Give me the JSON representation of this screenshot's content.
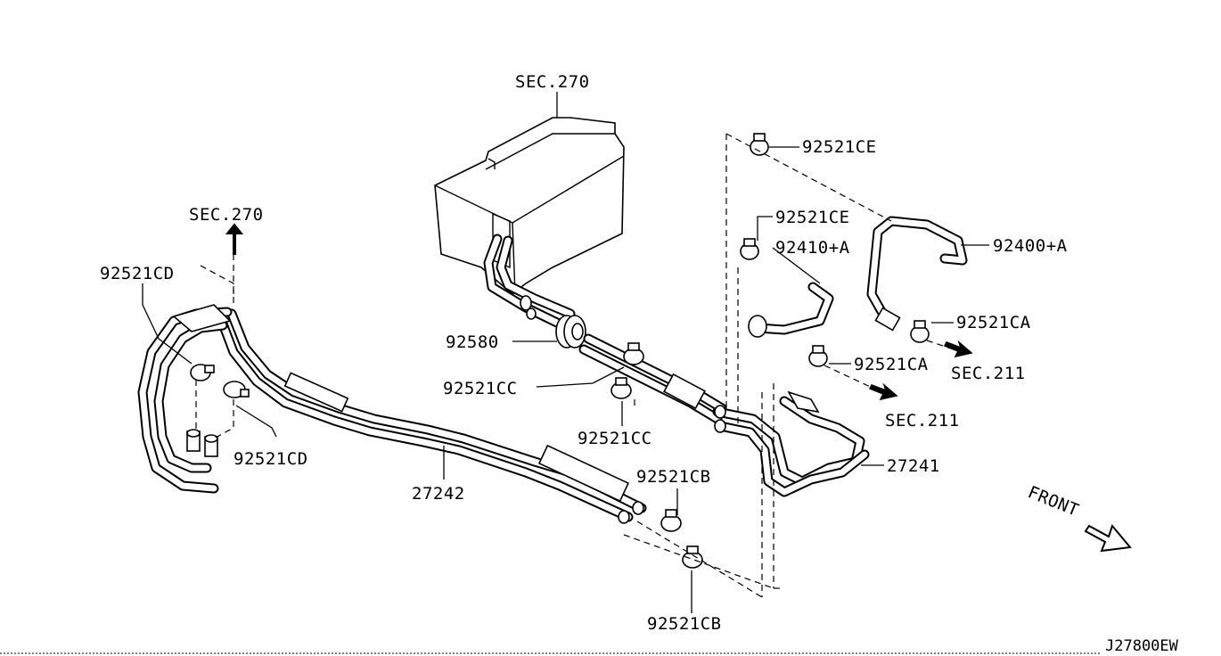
{
  "diagram": {
    "reference_code": "J27800EW",
    "front_label": "FRONT",
    "labels": {
      "sec270_top": "SEC.270",
      "sec270_left": "SEC.270",
      "p92521cd_top": "92521CD",
      "p92521cd_bottom": "92521CD",
      "p92580": "92580",
      "p92521cc_left": "92521CC",
      "p92521cc_bottom": "92521CC",
      "p27242": "27242",
      "p92521cb_top": "92521CB",
      "p92521cb_bottom": "92521CB",
      "p92521ce_top": "92521CE",
      "p92521ce_mid": "92521CE",
      "p92410a": "92410+A",
      "p92400a": "92400+A",
      "p92521ca_right": "92521CA",
      "p92521ca_mid": "92521CA",
      "sec211_right": "SEC.211",
      "sec211_mid": "SEC.211",
      "p27241": "27241"
    }
  }
}
